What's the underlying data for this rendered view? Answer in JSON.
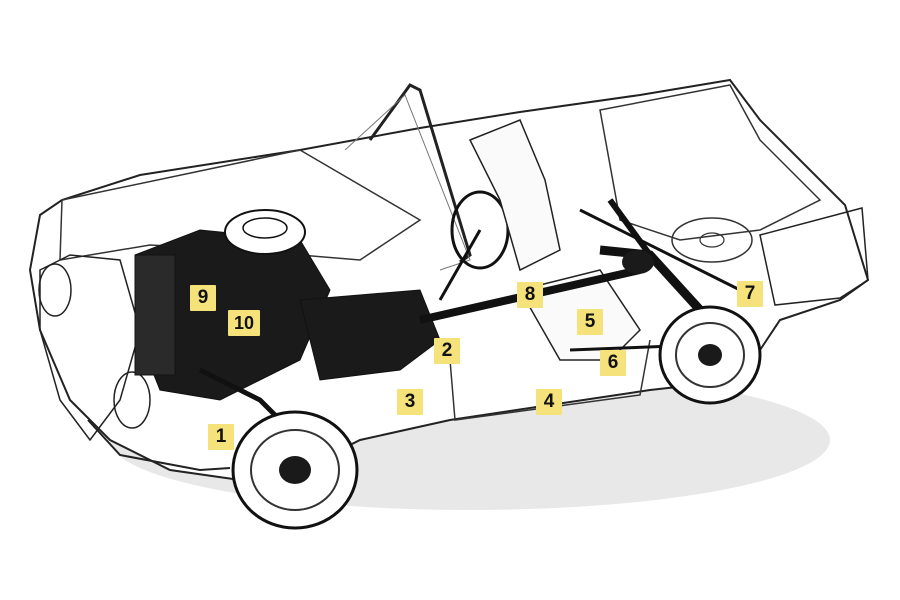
{
  "labels": [
    {
      "id": "1",
      "text": "1"
    },
    {
      "id": "2",
      "text": "2"
    },
    {
      "id": "3",
      "text": "3"
    },
    {
      "id": "4",
      "text": "4"
    },
    {
      "id": "5",
      "text": "5"
    },
    {
      "id": "6",
      "text": "6"
    },
    {
      "id": "7",
      "text": "7"
    },
    {
      "id": "8",
      "text": "8"
    },
    {
      "id": "9",
      "text": "9"
    },
    {
      "id": "10",
      "text": "10"
    }
  ],
  "colors": {
    "badge": "#f6e27a",
    "ink": "#111111",
    "body": "#ffffff",
    "chassis": "#1a1a1a"
  }
}
